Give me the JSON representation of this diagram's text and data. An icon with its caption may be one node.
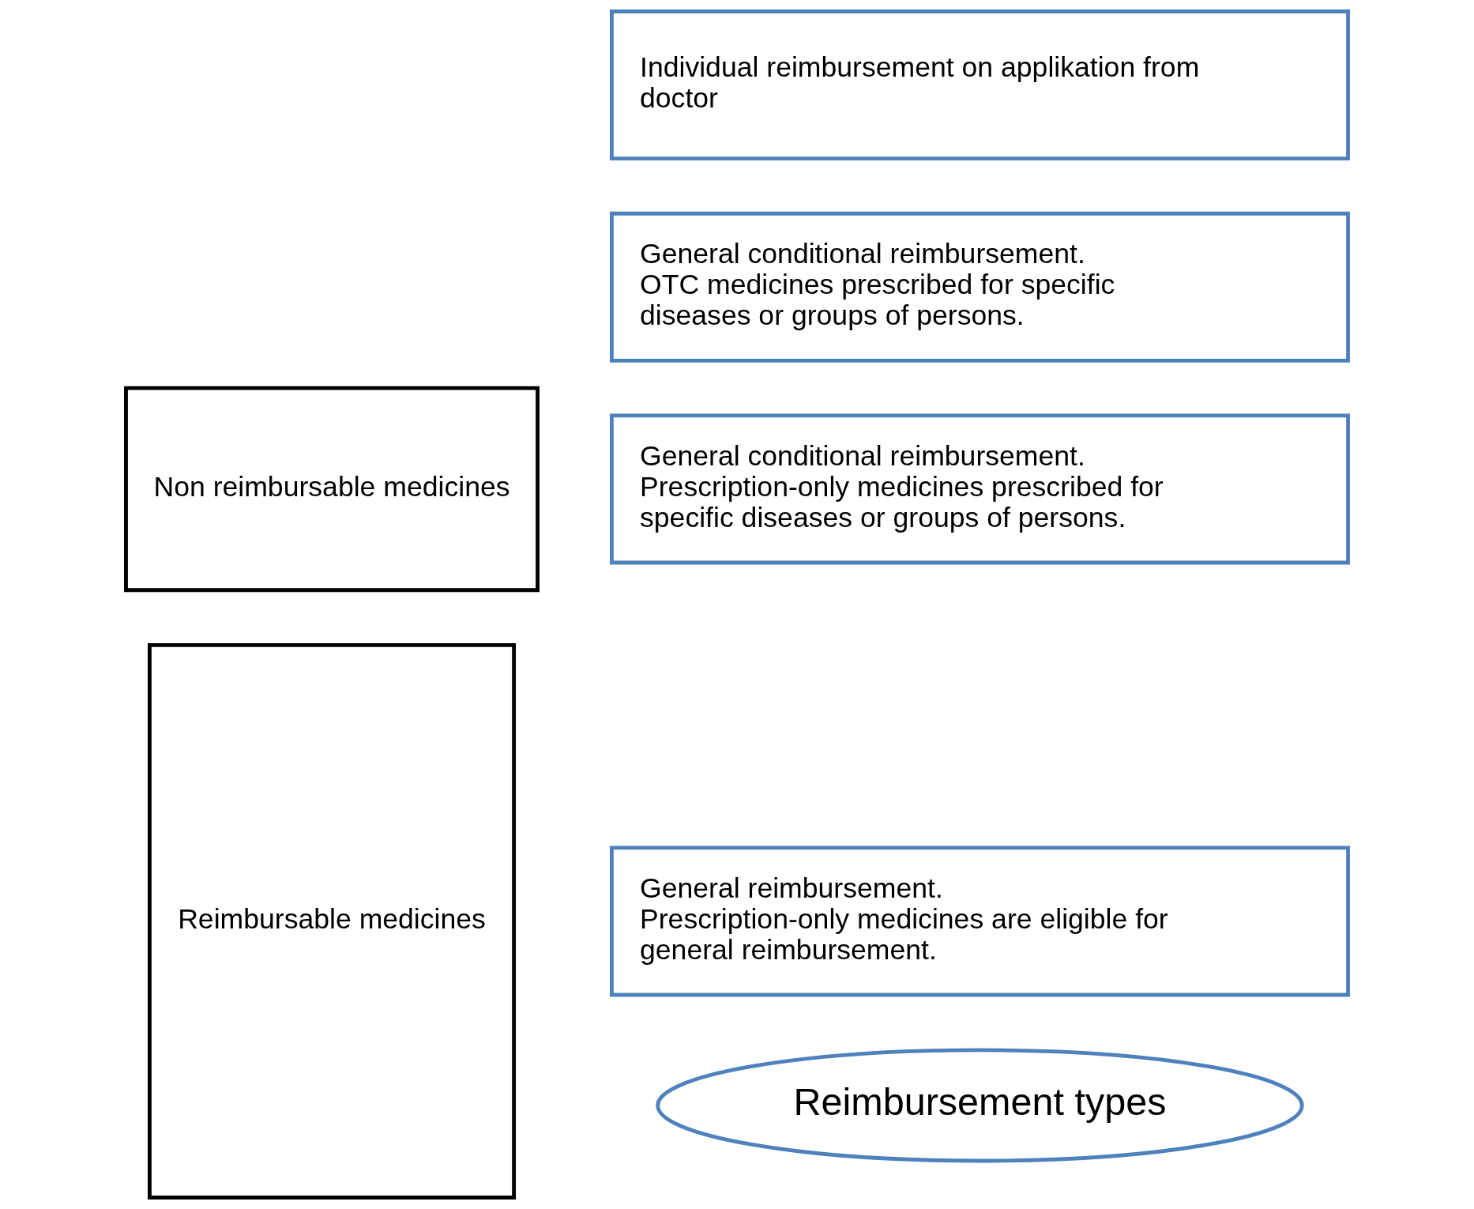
{
  "diagram": {
    "nodes": [
      {
        "text": [
          "Reimbursement types"
        ]
      },
      {
        "text": [
          "Reimbursable medicines"
        ]
      },
      {
        "text": [
          "General reimbursement.",
          "Prescription-only medicines are eligible for general reimbursement."
        ]
      },
      {
        "text": [
          "General conditional reimbursement.",
          "Prescription-only medicines prescribed for specific diseases or groups of persons."
        ]
      },
      {
        "text": [
          "General conditional reimbursement.",
          "OTC medicines prescribed for specific diseases or groups of persons."
        ]
      },
      {
        "text": [
          "Non reimbursable medicines"
        ]
      },
      {
        "text": [
          "Individual reimbursement on applikation from doctor"
        ]
      }
    ],
    "edges": []
  }
}
